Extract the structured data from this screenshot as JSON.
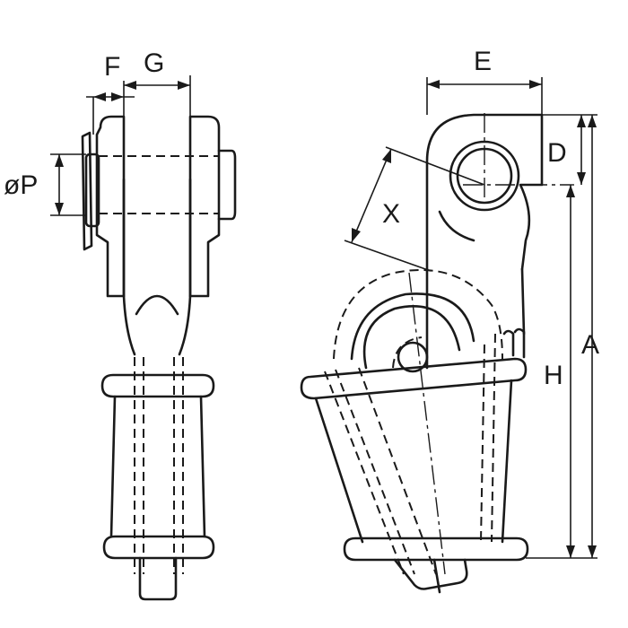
{
  "labels": {
    "F": "F",
    "G": "G",
    "P": "øP",
    "E": "E",
    "D": "D",
    "X": "X",
    "H": "H",
    "A": "A"
  },
  "colors": {
    "line": "#1a1a1a",
    "background": "#ffffff"
  }
}
